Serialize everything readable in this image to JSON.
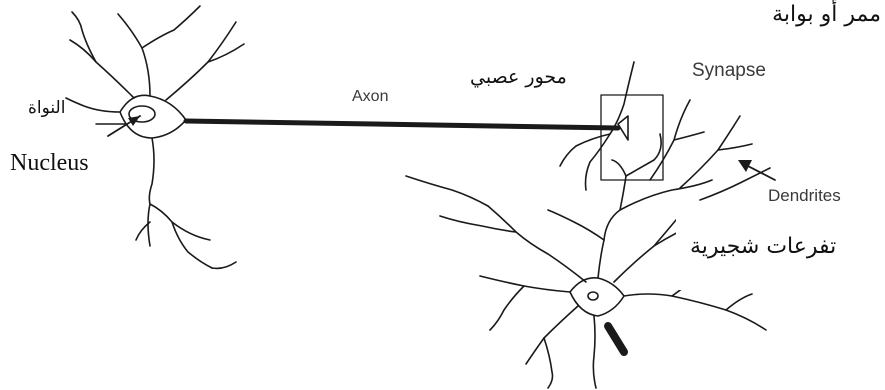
{
  "labels": {
    "gate_ar": "ممر أو بوابة",
    "synapse_en": "Synapse",
    "axon_ar": "محور عصبي",
    "axon_en": "Axon",
    "nucleus_ar": "النواة",
    "nucleus_en": "Nucleus",
    "dendrites_en": "Dendrites",
    "dendrites_ar": "تفرعات شجيرية"
  },
  "colors": {
    "ink": "#1a1a1a",
    "background": "#ffffff"
  }
}
